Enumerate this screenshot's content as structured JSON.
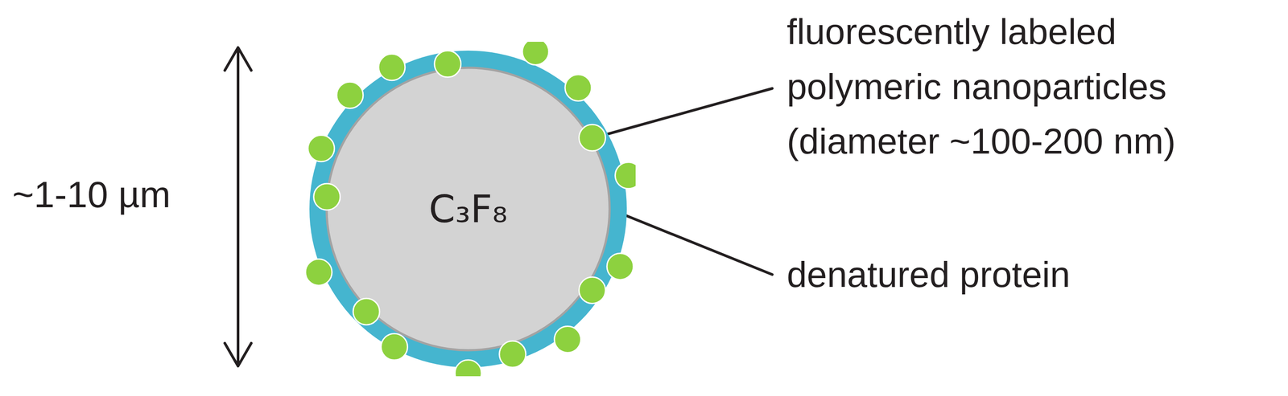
{
  "diagram": {
    "nodes": [
      {
        "text": [
          "C₃F₈"
        ]
      }
    ],
    "labels": [
      "~1-10 µm",
      "fluorescently labeled polymeric nanoparticles (diameter ~100-200 nm)",
      "denatured protein"
    ]
  }
}
